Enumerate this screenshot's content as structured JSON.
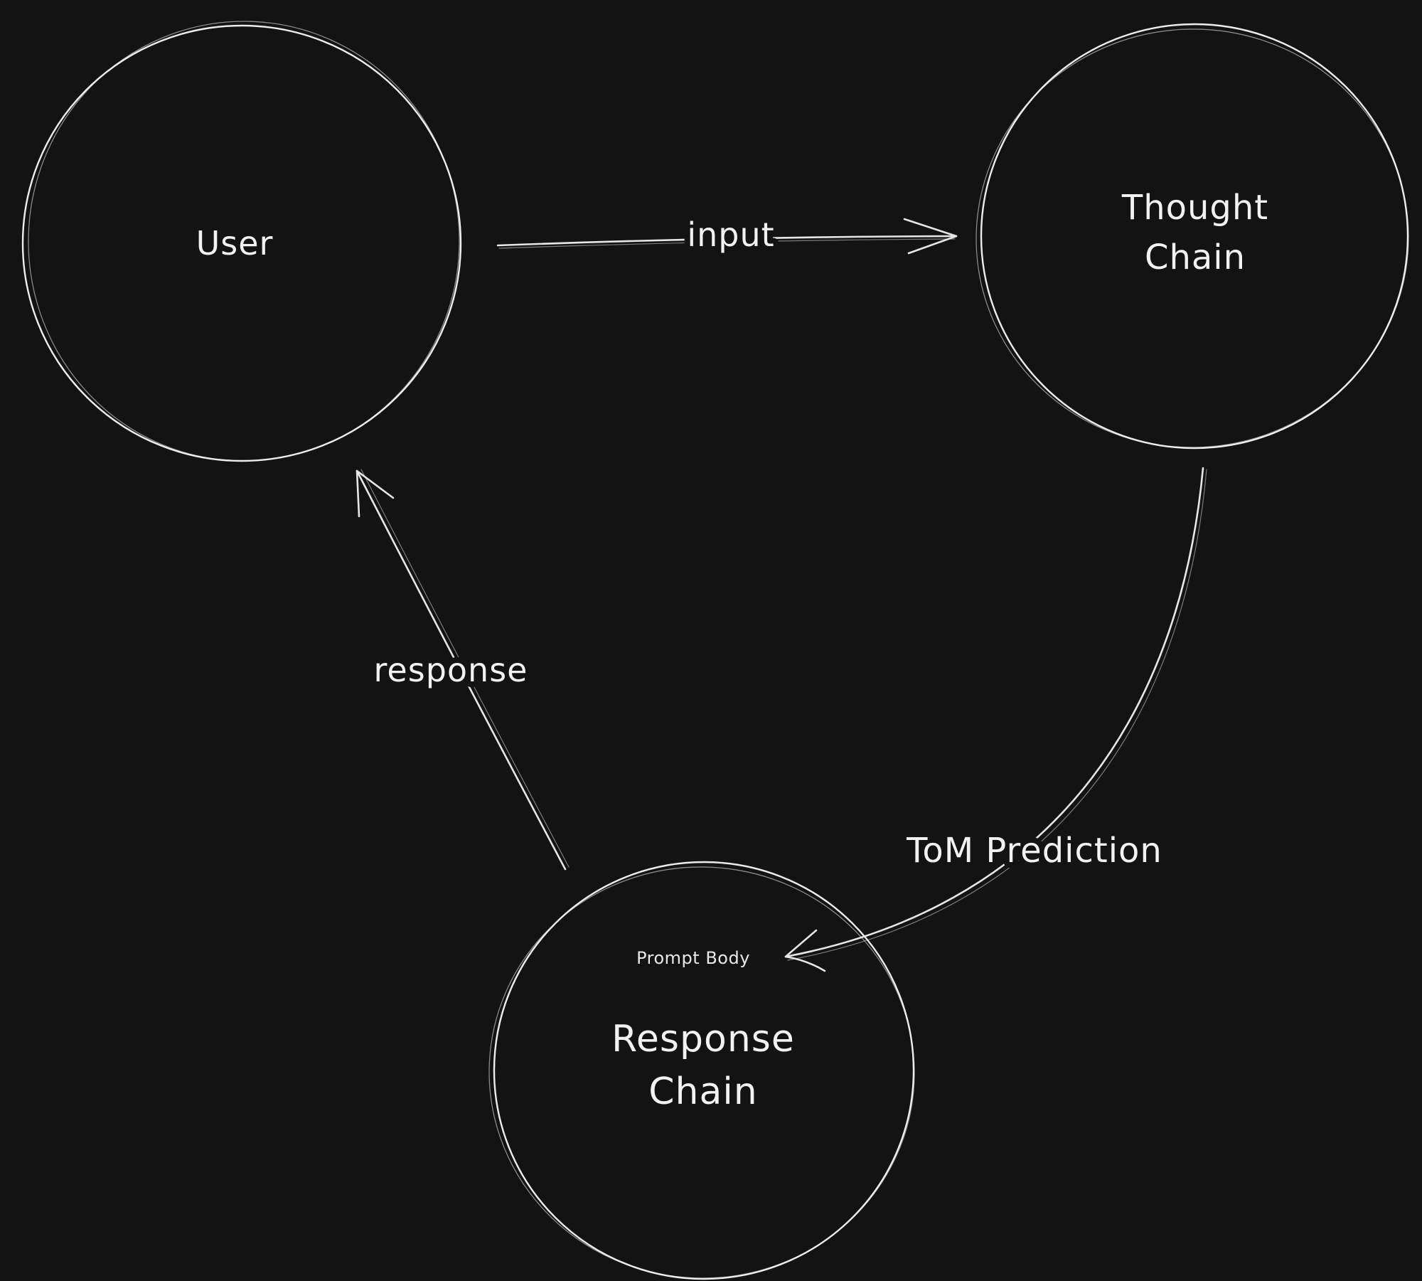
{
  "diagram": {
    "title": "ToM prompting loop diagram",
    "colors": {
      "background": "#131313",
      "stroke": "#ededed",
      "text": "#f2f2f2"
    },
    "nodes": [
      {
        "id": "user",
        "label": "User"
      },
      {
        "id": "thought-chain",
        "label": "Thought Chain",
        "lines": [
          "Thought",
          "Chain"
        ]
      },
      {
        "id": "response-chain",
        "label": "Response Chain",
        "lines": [
          "Response",
          "Chain"
        ]
      }
    ],
    "annotations": [
      {
        "id": "prompt-body",
        "label": "Prompt Body"
      }
    ],
    "edges": [
      {
        "id": "input",
        "label": "input",
        "from": "user",
        "to": "thought-chain"
      },
      {
        "id": "tom-prediction",
        "label": "ToM Prediction",
        "from": "thought-chain",
        "to": "response-chain"
      },
      {
        "id": "response",
        "label": "response",
        "from": "response-chain",
        "to": "user"
      }
    ]
  }
}
